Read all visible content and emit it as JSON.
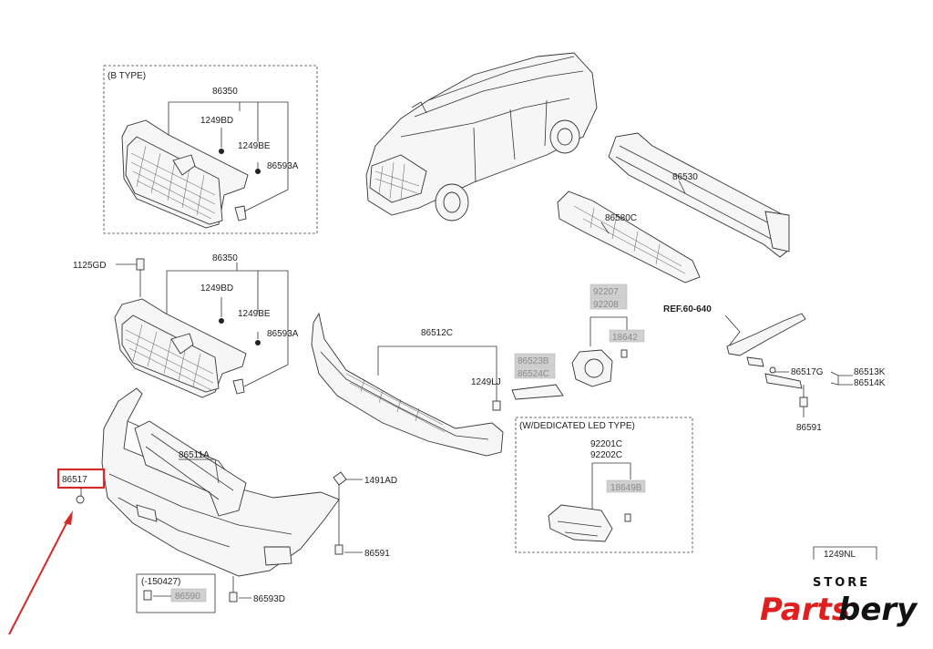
{
  "boxes": {
    "b_type": "(B TYPE)",
    "led_type": "(W/DEDICATED LED TYPE)",
    "date_range": "(-150427)"
  },
  "labels": {
    "grille_b": "86350",
    "bolt_bd_b": "1249BD",
    "bolt_be_b": "1249BE",
    "clip_b": "86593A",
    "screw_gd": "1125GD",
    "grille": "86350",
    "bolt_bd": "1249BD",
    "bolt_be": "1249BE",
    "clip": "86593A",
    "bumper_lower": "86512C",
    "bolt_lj": "1249LJ",
    "grille_lower": "86511A",
    "marker": "86517",
    "nut_ad": "1491AD",
    "screw_591": "86591",
    "screw_593d": "86593D",
    "beam": "86530",
    "absorber": "86580C",
    "ref": "REF.60-640",
    "cover_g": "86517G",
    "bracket_k": "86513K",
    "bracket_k2": "86514K",
    "screw_591b": "86591",
    "led_1": "92201C",
    "led_2": "92202C",
    "bolt_nl": "1249NL"
  },
  "gray_labels": {
    "fog_a": "92207",
    "fog_b": "92208",
    "fog_bulb": "18642",
    "cover_a": "86523B",
    "cover_b": "86524C",
    "led_bulb": "18649B",
    "old_part": "86590"
  },
  "brand": {
    "store": "STORE",
    "parts": "Parts",
    "bery": "bery"
  },
  "colors": {
    "highlight": "#d42a2a",
    "brand_red": "#e02020"
  }
}
